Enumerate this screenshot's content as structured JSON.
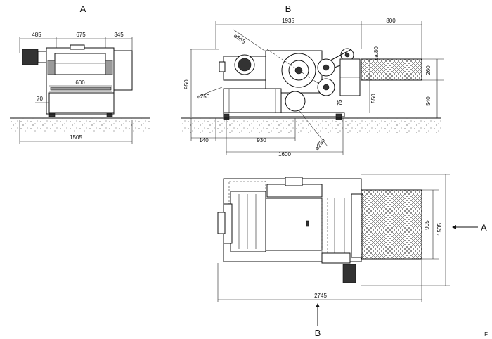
{
  "views": {
    "a": {
      "label": "A"
    },
    "b": {
      "label": "B"
    }
  },
  "view_a": {
    "dim_left": "485",
    "dim_mid": "675",
    "dim_right": "345",
    "dim_inner": "600",
    "dim_low": "70",
    "dim_total": "1505"
  },
  "view_b": {
    "dim_top": "1935",
    "dim_top_right": "800",
    "dim_diam_big": "⌀568",
    "dim_diam_small": "⌀250",
    "dim_diam_low": "⌀250",
    "dim_height": "950",
    "dim_ca80": "ca.80",
    "dim_260": "260",
    "dim_550": "550",
    "dim_540": "540",
    "dim_75": "75",
    "dim_140": "140",
    "dim_930": "930",
    "dim_1600": "1600"
  },
  "plan": {
    "dim_905": "905",
    "dim_1505": "1505",
    "dim_2745": "2745",
    "arrow_a_label": "A",
    "arrow_b_label": "B"
  },
  "corner_mark": "F"
}
